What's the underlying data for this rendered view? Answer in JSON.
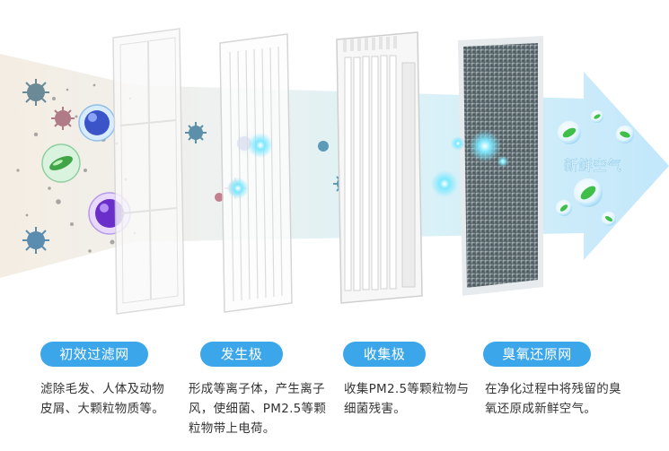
{
  "arrow_label": "新鲜空气",
  "stages": [
    {
      "label": "初效过滤网",
      "desc": "滤除毛发、人体及动物皮屑、大颗粒物质等。"
    },
    {
      "label": "发生极",
      "desc": "形成等离子体，产生离子风，使细菌、PM2.5等颗粒物带上电荷。"
    },
    {
      "label": "收集极",
      "desc": "收集PM2.5等颗粒物与细菌残害。"
    },
    {
      "label": "臭氧还原网",
      "desc": "在净化过程中将残留的臭氧还原成新鲜空气。"
    }
  ],
  "colors": {
    "accent": "#3ba6ea",
    "text": "#333333",
    "arrow": "#bfe6fb",
    "leaf": "#3fbf4a"
  },
  "icons": [
    "virus-icon",
    "bacteria-icon",
    "leaf-icon",
    "arrow-icon"
  ]
}
